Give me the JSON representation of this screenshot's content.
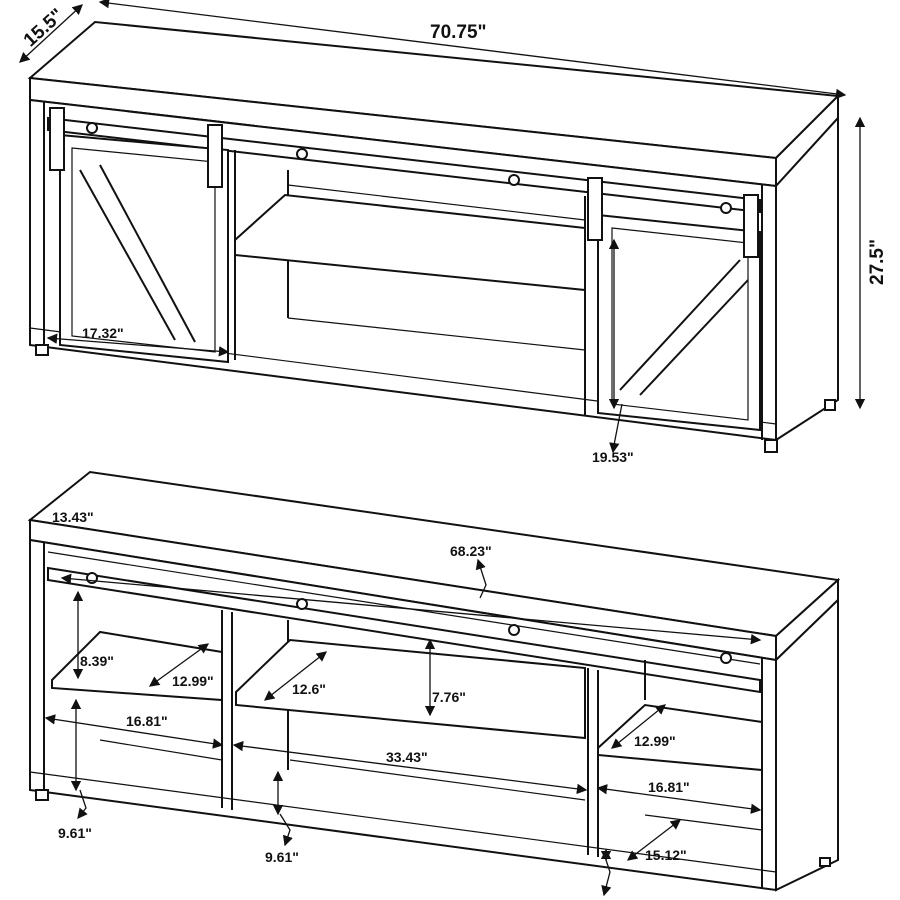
{
  "top_view": {
    "depth": "15.5\"",
    "width": "70.75\"",
    "height": "27.5\"",
    "door_width": "17.32\"",
    "door_height": "19.53\""
  },
  "bottom_view": {
    "top_depth": "13.43\"",
    "inner_width": "68.23\"",
    "left_shelf_height": "8.39\"",
    "left_shelf_depth": "12.99\"",
    "center_shelf_depth": "12.6\"",
    "center_shelf_height": "7.76\"",
    "left_width": "16.81\"",
    "center_width": "33.43\"",
    "right_shelf_depth": "12.99\"",
    "right_width": "16.81\"",
    "right_depth": "15.12\"",
    "left_bottom_height": "9.61\"",
    "center_bottom_height": "9.61\""
  }
}
